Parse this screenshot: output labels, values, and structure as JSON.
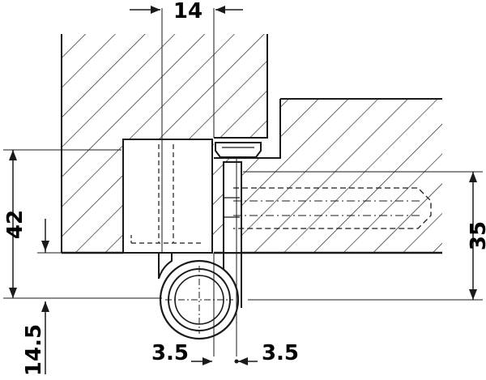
{
  "dimensions": {
    "width_top": "14",
    "height_left": "42",
    "height_right": "35",
    "offset_bottom_left": "14.5",
    "gap_left": "3.5",
    "gap_right": "3.5"
  },
  "colors": {
    "line": "#1a1a1a",
    "background": "#ffffff"
  }
}
